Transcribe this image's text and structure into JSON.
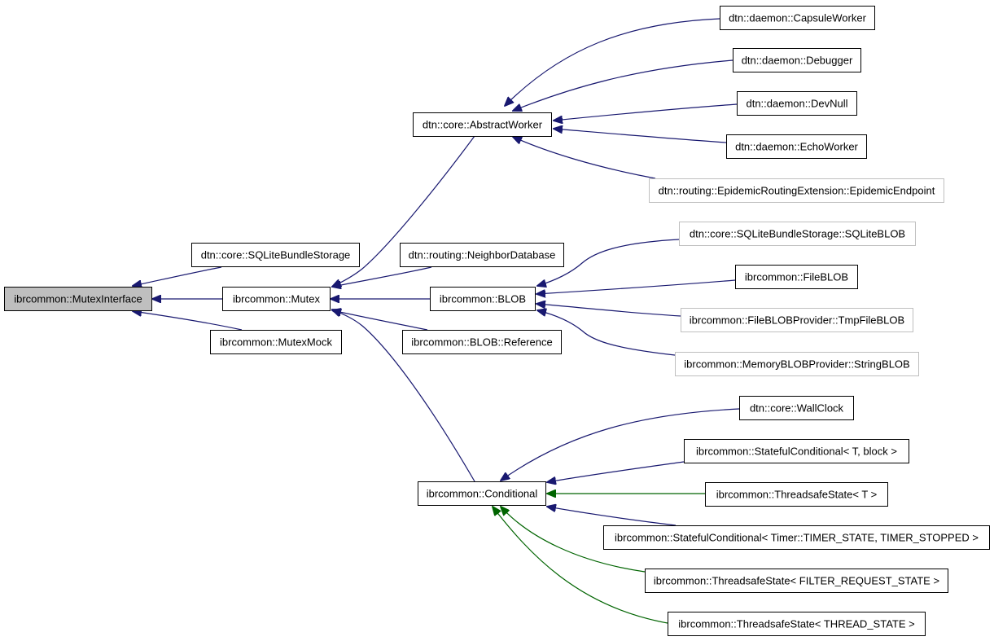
{
  "colors": {
    "node_border": "#000000",
    "node_border_undocumented": "#bfbfbf",
    "root_fill": "#bfbfbf",
    "node_fill": "#ffffff",
    "edge_public": "#191970",
    "edge_protected": "#006400"
  },
  "nodes": [
    {
      "id": "mutexinterface",
      "label": "ibrcommon::MutexInterface",
      "kind": "root"
    },
    {
      "id": "sqlitebundlestorage",
      "label": "dtn::core::SQLiteBundleStorage",
      "kind": "normal"
    },
    {
      "id": "mutex",
      "label": "ibrcommon::Mutex",
      "kind": "normal"
    },
    {
      "id": "mutexmock",
      "label": "ibrcommon::MutexMock",
      "kind": "normal"
    },
    {
      "id": "abstractworker",
      "label": "dtn::core::AbstractWorker",
      "kind": "normal"
    },
    {
      "id": "neighbordatabase",
      "label": "dtn::routing::NeighborDatabase",
      "kind": "normal"
    },
    {
      "id": "blob",
      "label": "ibrcommon::BLOB",
      "kind": "normal"
    },
    {
      "id": "blobreference",
      "label": "ibrcommon::BLOB::Reference",
      "kind": "normal"
    },
    {
      "id": "conditional",
      "label": "ibrcommon::Conditional",
      "kind": "normal"
    },
    {
      "id": "capsuleworker",
      "label": "dtn::daemon::CapsuleWorker",
      "kind": "normal"
    },
    {
      "id": "debugger",
      "label": "dtn::daemon::Debugger",
      "kind": "normal"
    },
    {
      "id": "devnull",
      "label": "dtn::daemon::DevNull",
      "kind": "normal"
    },
    {
      "id": "echoworker",
      "label": "dtn::daemon::EchoWorker",
      "kind": "normal"
    },
    {
      "id": "epidemicendpoint",
      "label": "dtn::routing::EpidemicRoutingExtension::EpidemicEndpoint",
      "kind": "undocumented"
    },
    {
      "id": "sqliteblob",
      "label": "dtn::core::SQLiteBundleStorage::SQLiteBLOB",
      "kind": "undocumented"
    },
    {
      "id": "fileblob",
      "label": "ibrcommon::FileBLOB",
      "kind": "normal"
    },
    {
      "id": "tmpfileblob",
      "label": "ibrcommon::FileBLOBProvider::TmpFileBLOB",
      "kind": "undocumented"
    },
    {
      "id": "stringblob",
      "label": "ibrcommon::MemoryBLOBProvider::StringBLOB",
      "kind": "undocumented"
    },
    {
      "id": "wallclock",
      "label": "dtn::core::WallClock",
      "kind": "normal"
    },
    {
      "id": "statefulcond_tblock",
      "label": "ibrcommon::StatefulConditional< T, block >",
      "kind": "normal"
    },
    {
      "id": "threadsafestate_t",
      "label": "ibrcommon::ThreadsafeState< T >",
      "kind": "normal"
    },
    {
      "id": "statefulcond_timer",
      "label": "ibrcommon::StatefulConditional< Timer::TIMER_STATE, TIMER_STOPPED >",
      "kind": "normal"
    },
    {
      "id": "threadsafestate_filter",
      "label": "ibrcommon::ThreadsafeState< FILTER_REQUEST_STATE >",
      "kind": "normal"
    },
    {
      "id": "threadsafestate_thread",
      "label": "ibrcommon::ThreadsafeState< THREAD_STATE >",
      "kind": "normal"
    }
  ],
  "edges": [
    {
      "id": "sqlitebundlestorage-mutexinterface",
      "from": "sqlitebundlestorage",
      "to": "mutexinterface",
      "inheritance": "public"
    },
    {
      "id": "mutex-mutexinterface",
      "from": "mutex",
      "to": "mutexinterface",
      "inheritance": "public"
    },
    {
      "id": "mutexmock-mutexinterface",
      "from": "mutexmock",
      "to": "mutexinterface",
      "inheritance": "public"
    },
    {
      "id": "abstractworker-mutex",
      "from": "abstractworker",
      "to": "mutex",
      "inheritance": "public"
    },
    {
      "id": "neighbordatabase-mutex",
      "from": "neighbordatabase",
      "to": "mutex",
      "inheritance": "public"
    },
    {
      "id": "blob-mutex",
      "from": "blob",
      "to": "mutex",
      "inheritance": "public"
    },
    {
      "id": "blobreference-mutex",
      "from": "blobreference",
      "to": "mutex",
      "inheritance": "public"
    },
    {
      "id": "conditional-mutex",
      "from": "conditional",
      "to": "mutex",
      "inheritance": "public"
    },
    {
      "id": "capsuleworker-abstractworker",
      "from": "capsuleworker",
      "to": "abstractworker",
      "inheritance": "public"
    },
    {
      "id": "debugger-abstractworker",
      "from": "debugger",
      "to": "abstractworker",
      "inheritance": "public"
    },
    {
      "id": "devnull-abstractworker",
      "from": "devnull",
      "to": "abstractworker",
      "inheritance": "public"
    },
    {
      "id": "echoworker-abstractworker",
      "from": "echoworker",
      "to": "abstractworker",
      "inheritance": "public"
    },
    {
      "id": "epidemicendpoint-abstractworker",
      "from": "epidemicendpoint",
      "to": "abstractworker",
      "inheritance": "public"
    },
    {
      "id": "sqliteblob-blob",
      "from": "sqliteblob",
      "to": "blob",
      "inheritance": "public"
    },
    {
      "id": "fileblob-blob",
      "from": "fileblob",
      "to": "blob",
      "inheritance": "public"
    },
    {
      "id": "tmpfileblob-blob",
      "from": "tmpfileblob",
      "to": "blob",
      "inheritance": "public"
    },
    {
      "id": "stringblob-blob",
      "from": "stringblob",
      "to": "blob",
      "inheritance": "public"
    },
    {
      "id": "wallclock-conditional",
      "from": "wallclock",
      "to": "conditional",
      "inheritance": "public"
    },
    {
      "id": "statefulcond_tblock-conditional",
      "from": "statefulcond_tblock",
      "to": "conditional",
      "inheritance": "public"
    },
    {
      "id": "threadsafestate_t-conditional",
      "from": "threadsafestate_t",
      "to": "conditional",
      "inheritance": "protected"
    },
    {
      "id": "statefulcond_timer-conditional",
      "from": "statefulcond_timer",
      "to": "conditional",
      "inheritance": "public"
    },
    {
      "id": "threadsafestate_filter-conditional",
      "from": "threadsafestate_filter",
      "to": "conditional",
      "inheritance": "protected"
    },
    {
      "id": "threadsafestate_thread-conditional",
      "from": "threadsafestate_thread",
      "to": "conditional",
      "inheritance": "protected"
    }
  ]
}
